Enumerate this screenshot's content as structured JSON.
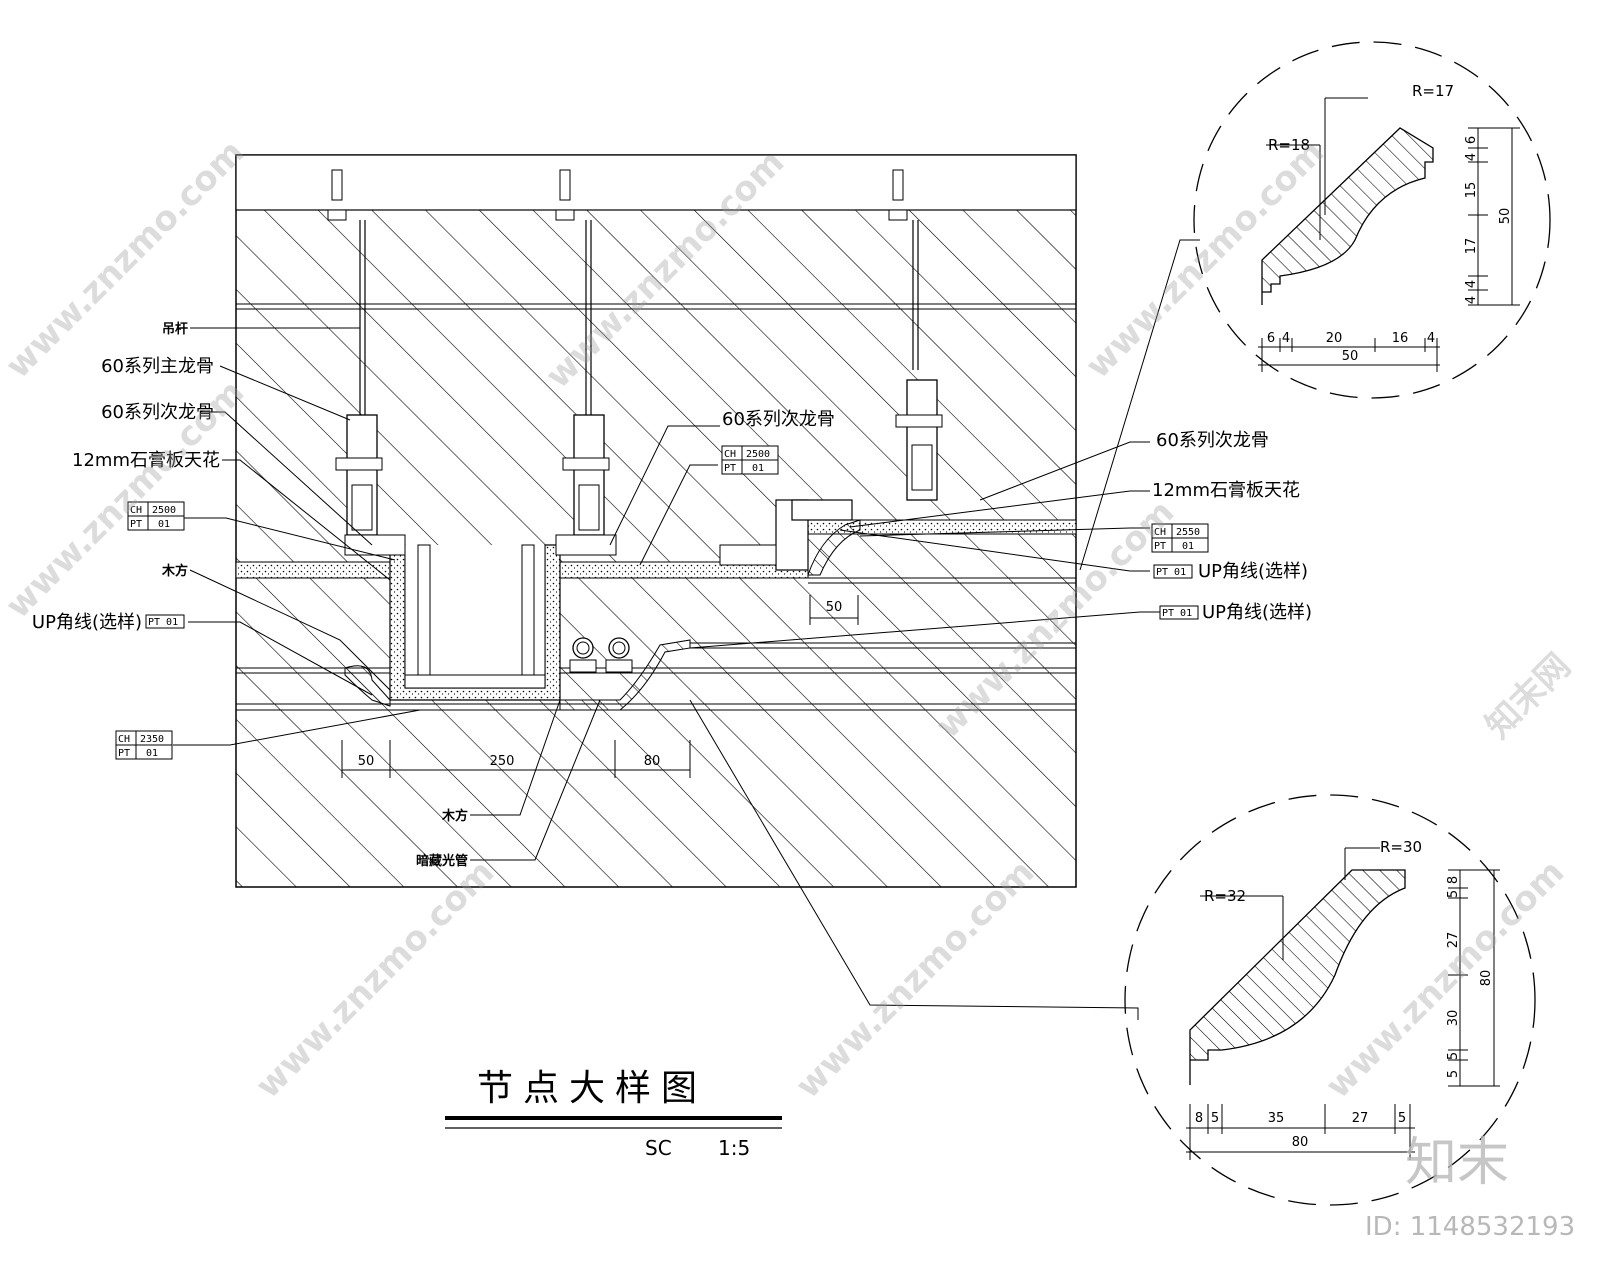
{
  "title": "节点大样图",
  "scale": {
    "prefix": "SC",
    "value": "1:5"
  },
  "watermark": {
    "site": "www.znzmo.com",
    "brand": "知末网",
    "logo": "知末",
    "id": "ID: 1148532193"
  },
  "labels_left": {
    "hanger": "吊杆",
    "main_keel": "60系列主龙骨",
    "secondary_keel": "60系列次龙骨",
    "gypsum": "12mm石膏板天花",
    "wood": "木方",
    "up_line": "UP角线(选样)"
  },
  "labels_center": {
    "secondary_keel": "60系列次龙骨",
    "wood": "木方",
    "light_tube": "暗藏光管"
  },
  "labels_right": {
    "secondary_keel": "60系列次龙骨",
    "gypsum": "12mm石膏板天花",
    "up_line_1": "UP角线(选样)",
    "up_line_2": "UP角线(选样)"
  },
  "tags": {
    "t1": {
      "ch": "CH",
      "ch_val": "2500",
      "pt": "PT",
      "pt_val": "01"
    },
    "t2": {
      "ch": "CH",
      "ch_val": "2500",
      "pt": "PT",
      "pt_val": "01"
    },
    "t3": {
      "ch": "CH",
      "ch_val": "2550",
      "pt": "PT",
      "pt_val": "01"
    },
    "t4": {
      "ch": "CH",
      "ch_val": "2350",
      "pt": "PT",
      "pt_val": "01"
    },
    "pt_left": "PT 01",
    "pt_right1": "PT 01",
    "pt_right2": "PT 01"
  },
  "main_dims": {
    "d1": "50",
    "d2": "250",
    "d3": "80",
    "d4": "50"
  },
  "detail_top": {
    "r1": "R=18",
    "r2": "R=17",
    "h": [
      "6",
      "4",
      "15",
      "17",
      "4",
      "4"
    ],
    "h_total": "50",
    "w": [
      "6",
      "4",
      "20",
      "16",
      "4"
    ],
    "w_total": "50"
  },
  "detail_bottom": {
    "r1": "R=32",
    "r2": "R=30",
    "h": [
      "8",
      "5",
      "27",
      "30",
      "5",
      "5"
    ],
    "h_total": "80",
    "w": [
      "8",
      "5",
      "35",
      "27",
      "5"
    ],
    "w_total": "80"
  }
}
